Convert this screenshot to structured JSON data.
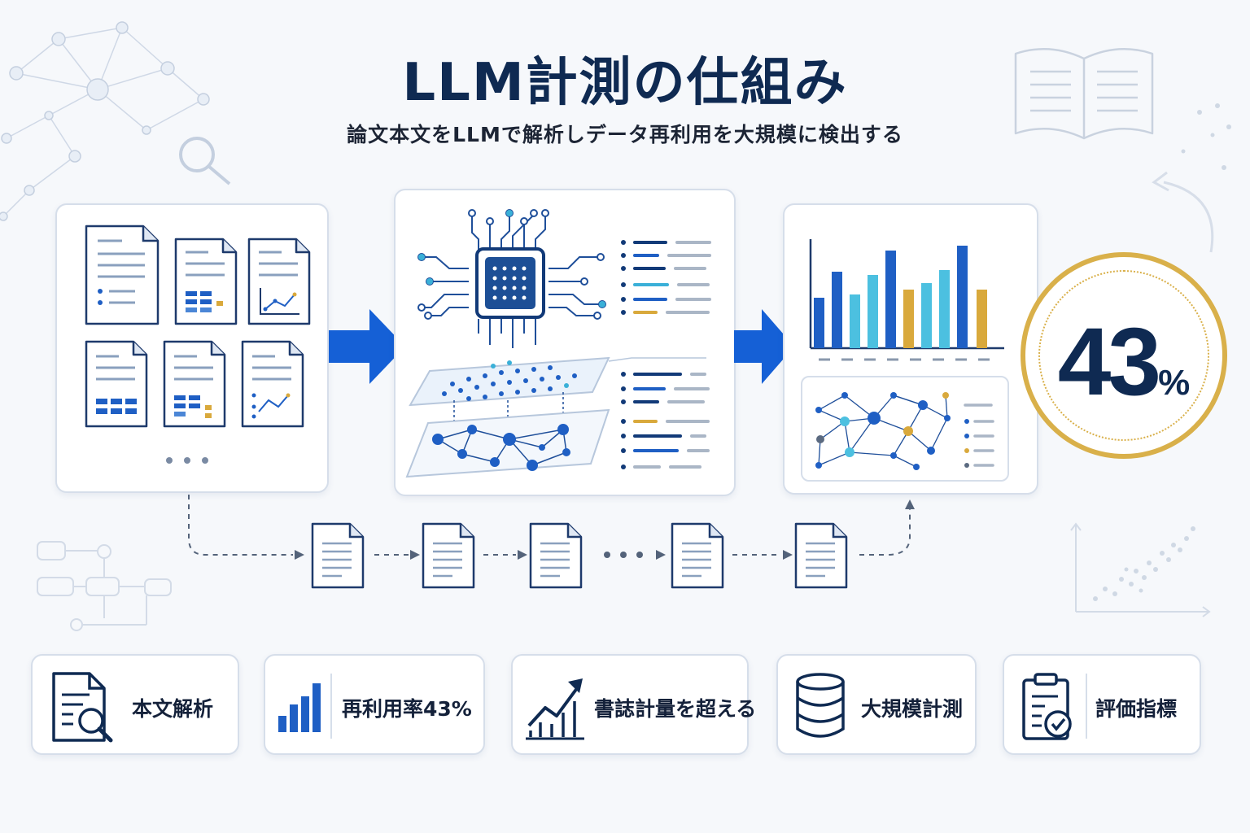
{
  "header": {
    "title": "LLM計測の仕組み",
    "subtitle": "論文本文をLLMで解析しデータ再利用を大規模に検出する"
  },
  "result": {
    "value": "43",
    "unit": "%"
  },
  "features": [
    {
      "icon": "document-search-icon",
      "label": "本文解析"
    },
    {
      "icon": "bar-chart-icon",
      "label": "再利用率43%"
    },
    {
      "icon": "trend-up-icon",
      "label": "書誌計量を超える"
    },
    {
      "icon": "database-icon",
      "label": "大規模計測"
    },
    {
      "icon": "clipboard-check-icon",
      "label": "評価指標"
    }
  ],
  "colors": {
    "navy": "#0f2a52",
    "blue": "#1f5fc4",
    "arrow_blue": "#1560d6",
    "cyan": "#4cc0e0",
    "gold": "#d9a93c",
    "gray": "#9aa5b4"
  }
}
